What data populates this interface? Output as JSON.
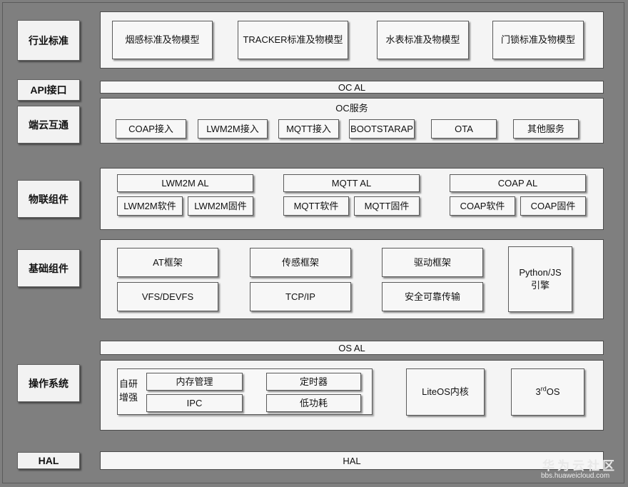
{
  "layers": {
    "industry": "行业标准",
    "api": "API接口",
    "edge_cloud": "端云互通",
    "iot": "物联组件",
    "base": "基础组件",
    "os": "操作系统",
    "hal": "HAL"
  },
  "industry_standards": [
    "烟感标准及物模型",
    "TRACKER标准及物模型",
    "水表标准及物模型",
    "门锁标准及物模型"
  ],
  "oc_al": "OC AL",
  "oc_service": {
    "title": "OC服务",
    "items": [
      "COAP接入",
      "LWM2M接入",
      "MQTT接入",
      "BOOTSTARAP",
      "OTA",
      "其他服务"
    ]
  },
  "iot_components": {
    "groups": [
      {
        "al": "LWM2M AL",
        "software": "LWM2M软件",
        "firmware": "LWM2M固件"
      },
      {
        "al": "MQTT AL",
        "software": "MQTT软件",
        "firmware": "MQTT固件"
      },
      {
        "al": "COAP AL",
        "software": "COAP软件",
        "firmware": "COAP固件"
      }
    ]
  },
  "base_components": {
    "at": "AT框架",
    "vfs": "VFS/DEVFS",
    "sensor": "传感框架",
    "tcpip": "TCP/IP",
    "driver": "驱动框架",
    "secure": "安全可靠传输",
    "engine_line1": "Python/JS",
    "engine_line2": "引擎"
  },
  "os_al": "OS AL",
  "os": {
    "self_dev_line1": "自研",
    "self_dev_line2": "增强",
    "memory": "内存管理",
    "timer": "定时器",
    "ipc": "IPC",
    "low_power": "低功耗",
    "kernel": "LiteOS内核",
    "third_os_prefix": "3",
    "third_os_sup": "rd",
    "third_os_suffix": "OS"
  },
  "hal_bar": "HAL",
  "watermark": {
    "brand": "华为云社区",
    "url": "bbs.huaweicloud.com"
  }
}
